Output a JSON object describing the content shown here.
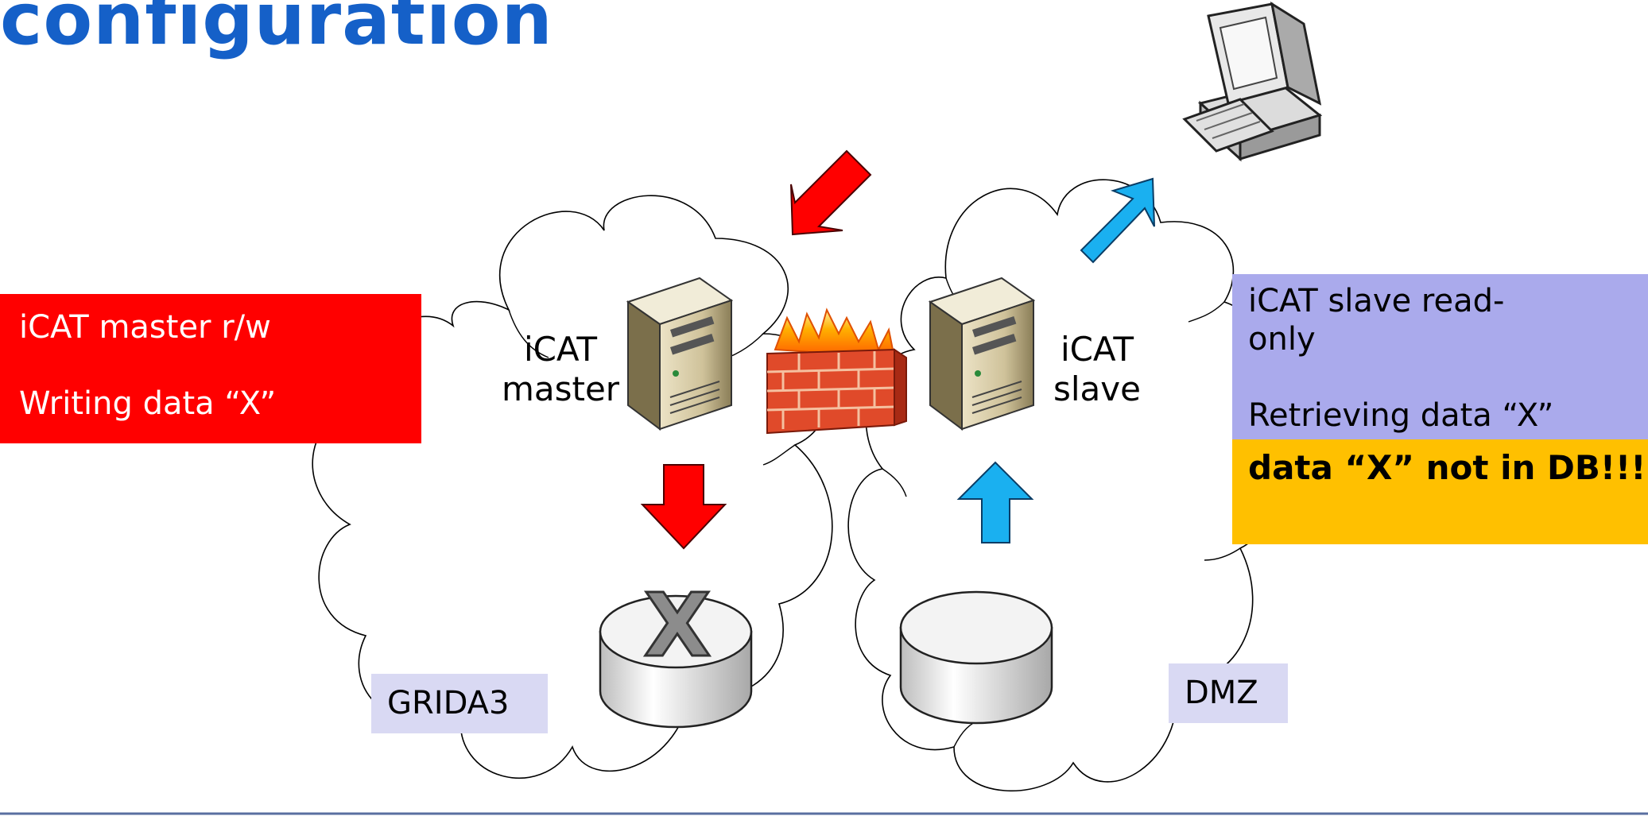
{
  "title": "configuration",
  "left_box": {
    "line1": "iCAT master r/w",
    "line2": "Writing data “X”"
  },
  "right_box": {
    "line1": "iCAT slave read-",
    "line1b": "only",
    "line2": "Retrieving data “X”"
  },
  "alert_box": {
    "text": "data “X” not in DB!!!"
  },
  "master_label": {
    "line1": "iCAT",
    "line2": "master"
  },
  "slave_label": {
    "line1": "iCAT",
    "line2": "slave"
  },
  "zone_left": "GRIDA3",
  "zone_right": "DMZ",
  "db_left_mark": "X",
  "icons": [
    "desktop-computer-icon",
    "server-icon",
    "firewall-icon",
    "database-icon",
    "arrow-icon"
  ],
  "colors": {
    "title": "#1560c8",
    "red": "#ff0000",
    "blue_arrow": "#1ab0f0",
    "purple": "#aaaaec",
    "yellow": "#ffc000",
    "tag": "#d9d9f3"
  }
}
